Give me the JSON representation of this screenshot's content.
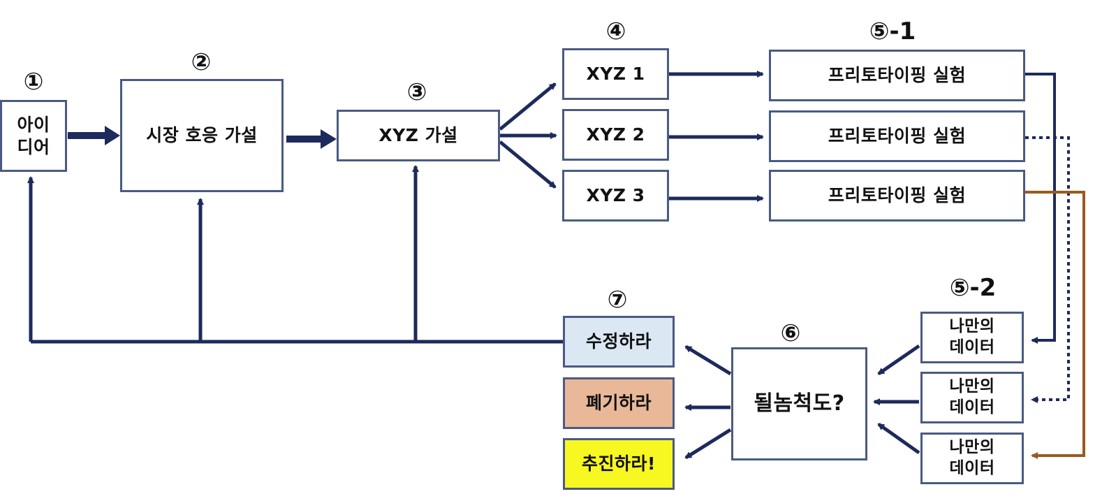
{
  "colors": {
    "arrow": "#1d2a5c",
    "border": "#4a5a82",
    "brown": "#9a5a1e",
    "revise_bg": "#dbe8f3",
    "discard_bg": "#e8b898",
    "proceed_bg": "#f7f722"
  },
  "steps": {
    "s1": "①",
    "s2": "②",
    "s3": "③",
    "s4": "④",
    "s5_1": "⑤-1",
    "s5_2": "⑤-2",
    "s6": "⑥",
    "s7": "⑦"
  },
  "nodes": {
    "idea": "아이\n디어",
    "market_hypothesis": "시장 호응 가설",
    "xyz_hypothesis": "XYZ 가설",
    "xyz1": "XYZ 1",
    "xyz2": "XYZ 2",
    "xyz3": "XYZ 3",
    "proto1": "프리토타이핑 실험",
    "proto2": "프리토타이핑 실험",
    "proto3": "프리토타이핑 실험",
    "data1": "나만의\n데이터",
    "data2": "나만의\n데이터",
    "data3": "나만의\n데이터",
    "verdict": "될놈척도?",
    "revise": "수정하라",
    "discard": "폐기하라",
    "proceed": "추진하라!"
  }
}
